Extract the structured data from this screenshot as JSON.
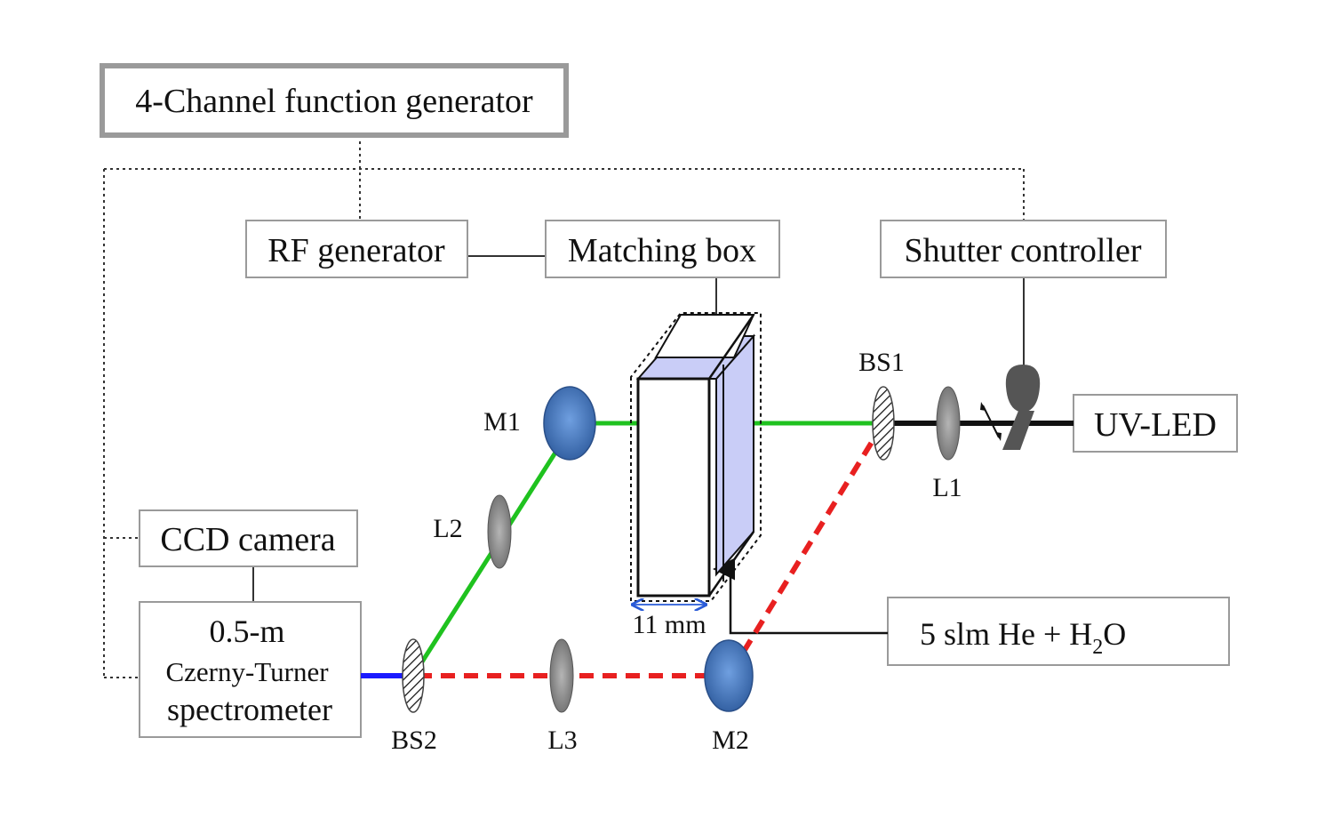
{
  "boxes": {
    "function_generator": "4-Channel function generator",
    "rf_generator": "RF generator",
    "matching_box": "Matching box",
    "shutter_controller": "Shutter controller",
    "uv_led": "UV-LED",
    "ccd_camera": "CCD camera",
    "spectrometer_line1": "0.5-m",
    "spectrometer_line2": "Czerny-Turner",
    "spectrometer_line3": "spectrometer",
    "gas_flow_main": "5 slm He + H",
    "gas_flow_sub": "2",
    "gas_flow_end": "O"
  },
  "optics": {
    "m1": "M1",
    "m2": "M2",
    "l1": "L1",
    "l2": "L2",
    "l3": "L3",
    "bs1": "BS1",
    "bs2": "BS2"
  },
  "dimension": "11 mm",
  "colors": {
    "green_beam": "#1fc21f",
    "red_beam": "#e82020",
    "blue_beam": "#1a1aff",
    "mirror": "#3d6fb0",
    "lens": "#8c8c8c",
    "cell_glass": "#c9cdf7",
    "box_border": "#9a9a9a"
  }
}
